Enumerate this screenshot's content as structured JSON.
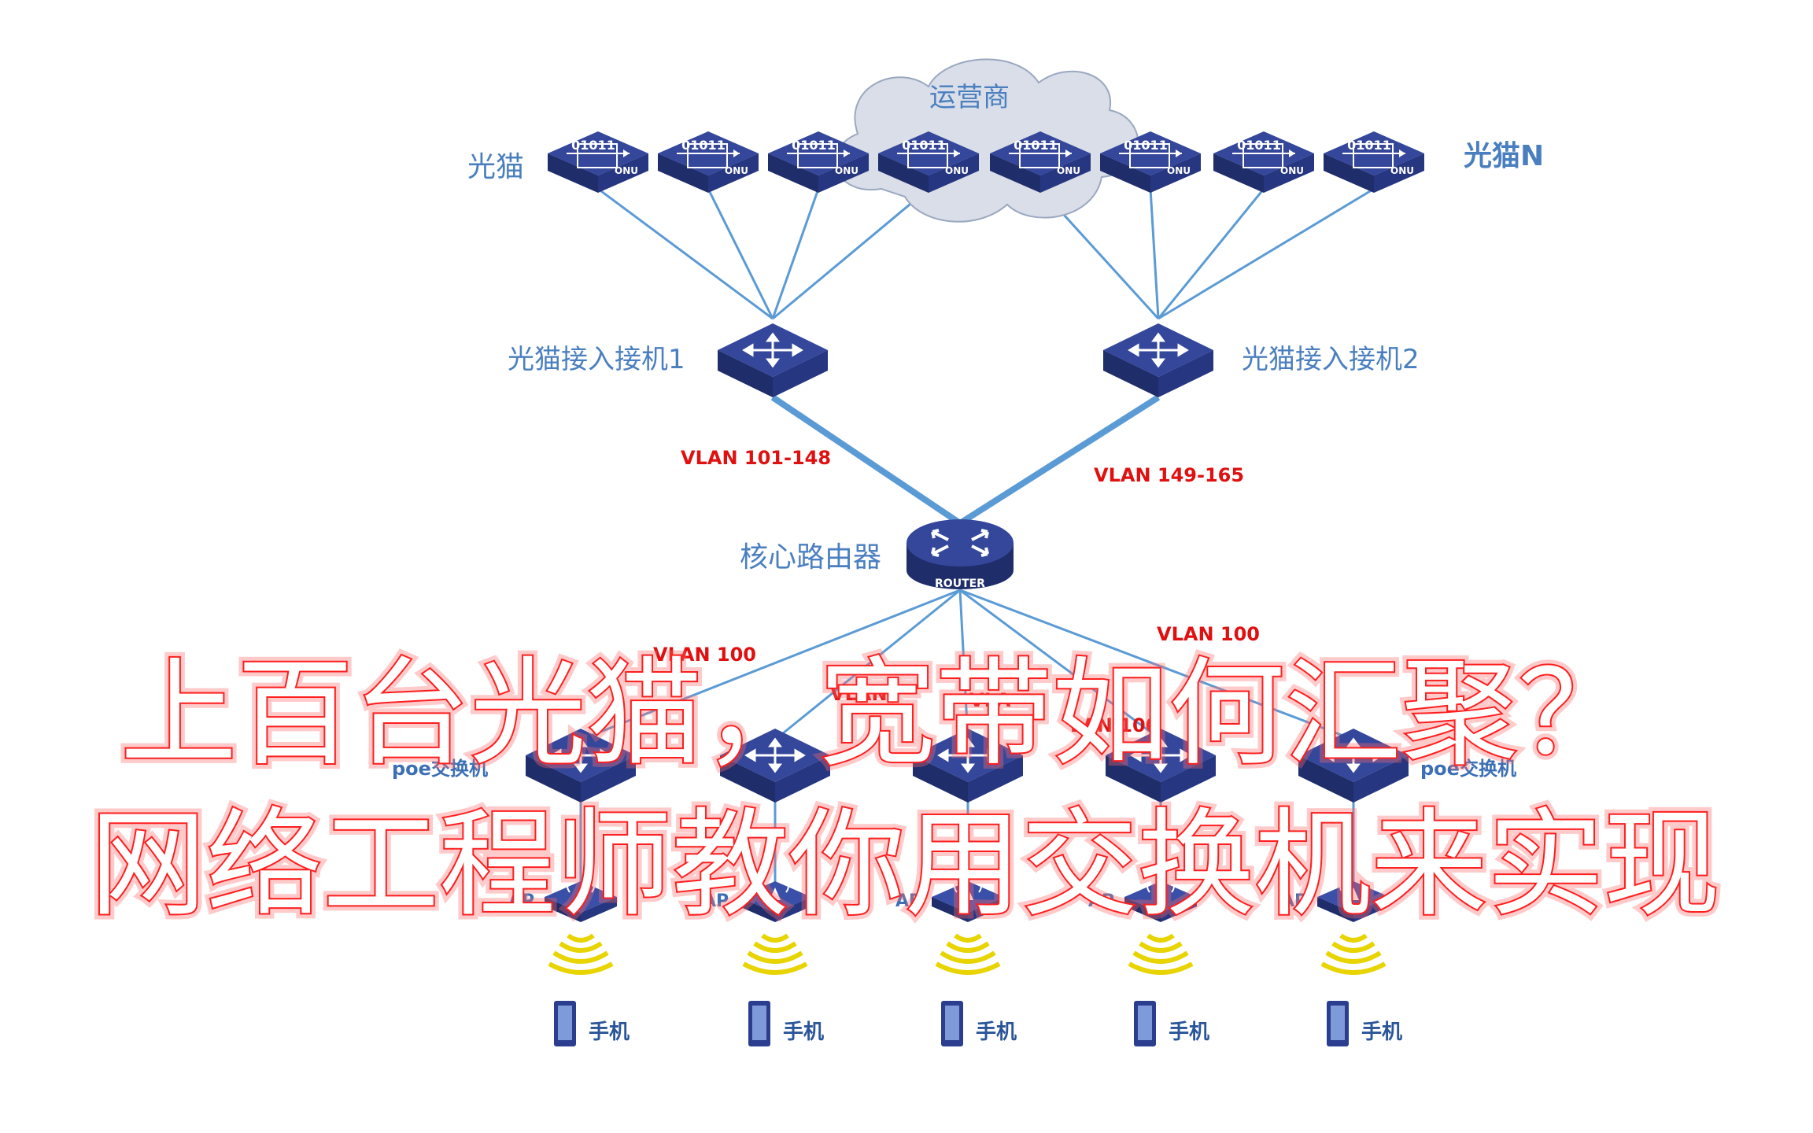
{
  "cloud": {
    "label": "运营商"
  },
  "onu": {
    "left_label": "光猫",
    "right_label": "光猫N",
    "device_text": "01011",
    "device_tag": "ONU",
    "count": 8
  },
  "access_switches": [
    {
      "label": "光猫接入接机1"
    },
    {
      "label": "光猫接入接机2"
    }
  ],
  "uplink_vlans": [
    {
      "label": "VLAN 101-148"
    },
    {
      "label": "VLAN 149-165"
    }
  ],
  "router": {
    "label": "核心路由器",
    "device_tag": "ROUTER"
  },
  "downlink_vlans": [
    {
      "label": "VLAN 100"
    },
    {
      "label": "VLAN"
    },
    {
      "label": "VLA"
    },
    {
      "label": "LAN 100"
    },
    {
      "label": "VLAN 100"
    }
  ],
  "poe_switches": {
    "left_label": "poe交换机",
    "right_label": "poe交换机",
    "count": 5
  },
  "ap": {
    "label": "AP"
  },
  "phone": {
    "label": "手机"
  },
  "headline": {
    "line1": "上百台光猫，宽带如何汇聚？",
    "line2": "网络工程师教你用交换机来实现"
  },
  "colors": {
    "device": "#2b3d8f",
    "link": "#5b9bd5",
    "vlan": "#e01010",
    "title_stroke": "#ff1e1e",
    "signal": "#e8d400"
  }
}
